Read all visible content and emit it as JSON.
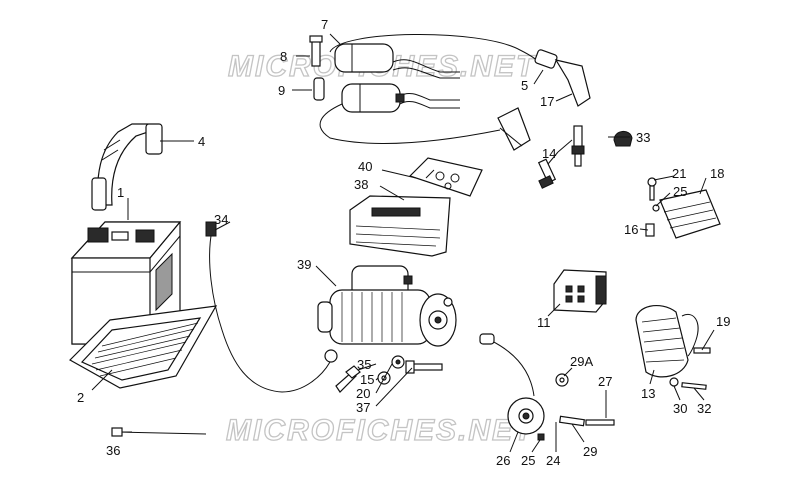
{
  "watermark": {
    "top": "MICROFICHES.NET",
    "bottom": "MICROFICHES.NET"
  },
  "callouts": {
    "c1": "1",
    "c2": "2",
    "c4": "4",
    "c5": "5",
    "c7": "7",
    "c8": "8",
    "c9": "9",
    "c11": "11",
    "c13": "13",
    "c14": "14",
    "c15": "15",
    "c16": "16",
    "c17": "17",
    "c18": "18",
    "c19": "19",
    "c20": "20",
    "c21": "21",
    "c24": "24",
    "c25a": "25",
    "c25b": "25",
    "c26": "26",
    "c27": "27",
    "c29": "29",
    "c29a": "29A",
    "c30": "30",
    "c32": "32",
    "c33": "33",
    "c34": "34",
    "c35": "35",
    "c36": "36",
    "c37": "37",
    "c38": "38",
    "c39": "39",
    "c40": "40"
  }
}
